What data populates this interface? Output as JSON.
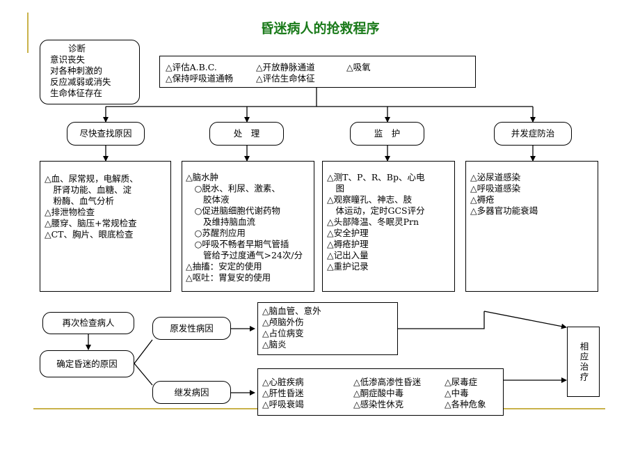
{
  "title": "昏迷病人的抢救程序",
  "diagnosis": {
    "lines": [
      "诊断",
      "意识丧失",
      "对各种刺激的",
      "反应减弱或消失",
      "生命体征存在"
    ]
  },
  "assess": {
    "row1": [
      "△评估A.B.C.",
      "△开放静脉通道",
      "△吸氧"
    ],
    "row2": [
      "△保持呼吸道通畅",
      "△评估生命体征"
    ]
  },
  "headers": [
    "尽快查找原因",
    "处　理",
    "监　护",
    "并发症防治"
  ],
  "details": {
    "cause": [
      "△血、尿常规，电解质、",
      "　肝肾功能、血糖、淀",
      "　粉酶、血气分析",
      "△排泄物检查",
      "△腰穿、脑压+常规检查",
      "△CT、胸片、眼底检查"
    ],
    "treat": [
      "△脑水肿",
      "　○脱水、利尿、激素、",
      "　　胶体液",
      "　○促进脑细胞代谢药物",
      "　　及维持脑血流",
      "　○苏醒剂应用",
      "　○呼吸不畅者早期气管插",
      "　　管给予过度通气>24次/分",
      "△抽搐：安定的使用",
      "△呕吐：胃复安的使用"
    ],
    "monitor": [
      "△测T、P、R、Bp、心电",
      "　图",
      "△观察瞳孔、神志、肢",
      "　体运动，定时GCS评分",
      "△头部降温、冬眠灵Prn",
      "△安全护理",
      "△褥疮护理",
      "△记出入量",
      "△重护记录"
    ],
    "complication": [
      "△泌尿道感染",
      "△呼吸道感染",
      "△褥疮",
      "△多器官功能衰竭"
    ]
  },
  "recheck": "再次检查病人",
  "confirm": "确定昏迷的原因",
  "primary": "原发性病因",
  "secondary": "继发病因",
  "primary_causes": [
    "△脑血管、意外",
    "△颅脑外伤",
    "△占位病变",
    "△脑炎"
  ],
  "secondary_causes": [
    [
      "△心脏疾病",
      "△低渗高渗性昏迷",
      "△尿毒症"
    ],
    [
      "△肝性昏迷",
      "△酮症酸中毒",
      "△中毒"
    ],
    [
      "△呼吸衰竭",
      "△感染性休克",
      "△各种危象"
    ]
  ],
  "treatment": "相应治疗",
  "colors": {
    "title": "#1a7a1a",
    "accent": "#c9b24a"
  }
}
